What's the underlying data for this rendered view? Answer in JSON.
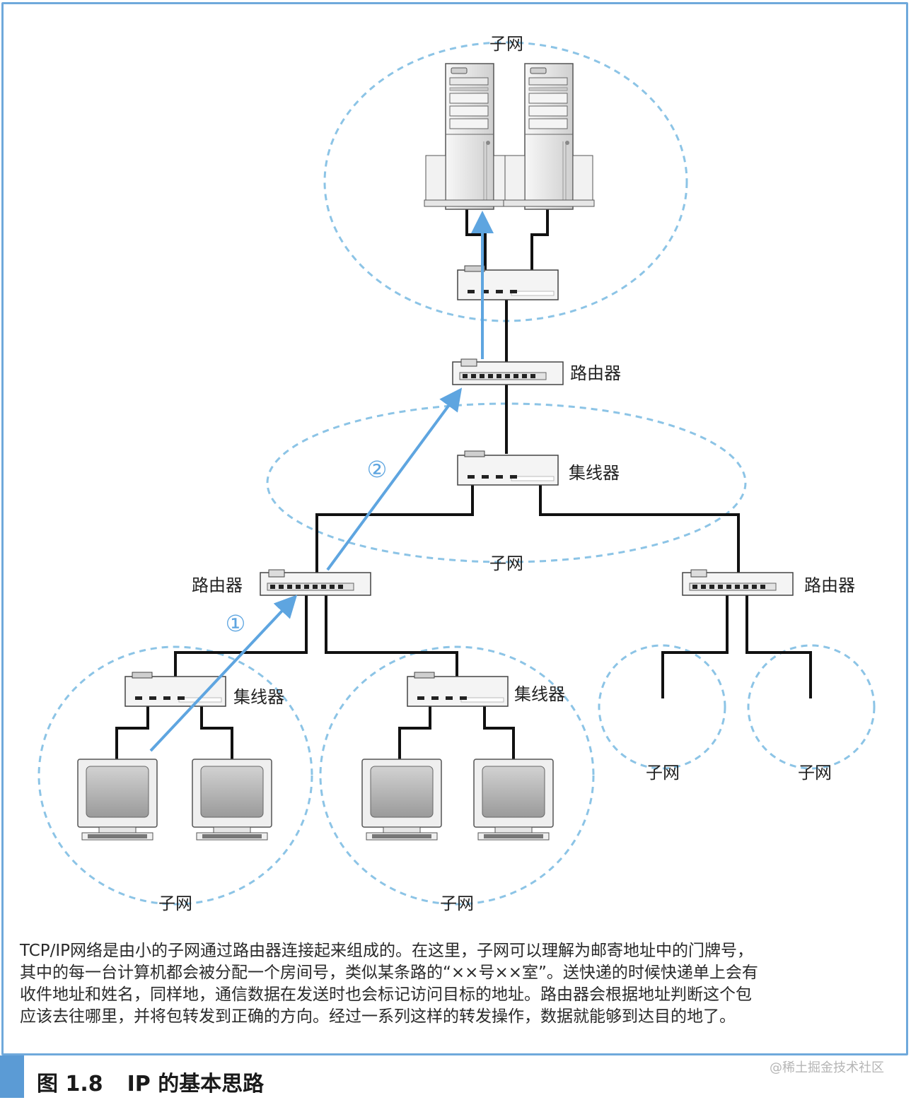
{
  "labels": {
    "subnet": "子网",
    "router": "路由器",
    "hub": "集线器",
    "step1": "①",
    "step2": "②"
  },
  "caption": "TCP/IP网络是由小的子网通过路由器连接起来组成的。在这里，子网可以理解为邮寄地址中的门牌号，\n其中的每一台计算机都会被分配一个房间号，类似某条路的“××号××室”。送快递的时候快递单上会有\n收件地址和姓名，同样地，通信数据在发送时也会标记访问目标的地址。路由器会根据地址判断这个包\n应该去往哪里，并将包转发到正确的方向。经过一系列这样的转发操作，数据就能够到达目的地了。",
  "figure": {
    "number": "图 1.8",
    "title": "IP 的基本思路"
  },
  "watermark": "@稀土掘金技术社区",
  "colors": {
    "accent": "#5b9bd5",
    "subnet_outline": "#8cc4e6",
    "arrow": "#5ea5e0",
    "line": "#111111"
  }
}
